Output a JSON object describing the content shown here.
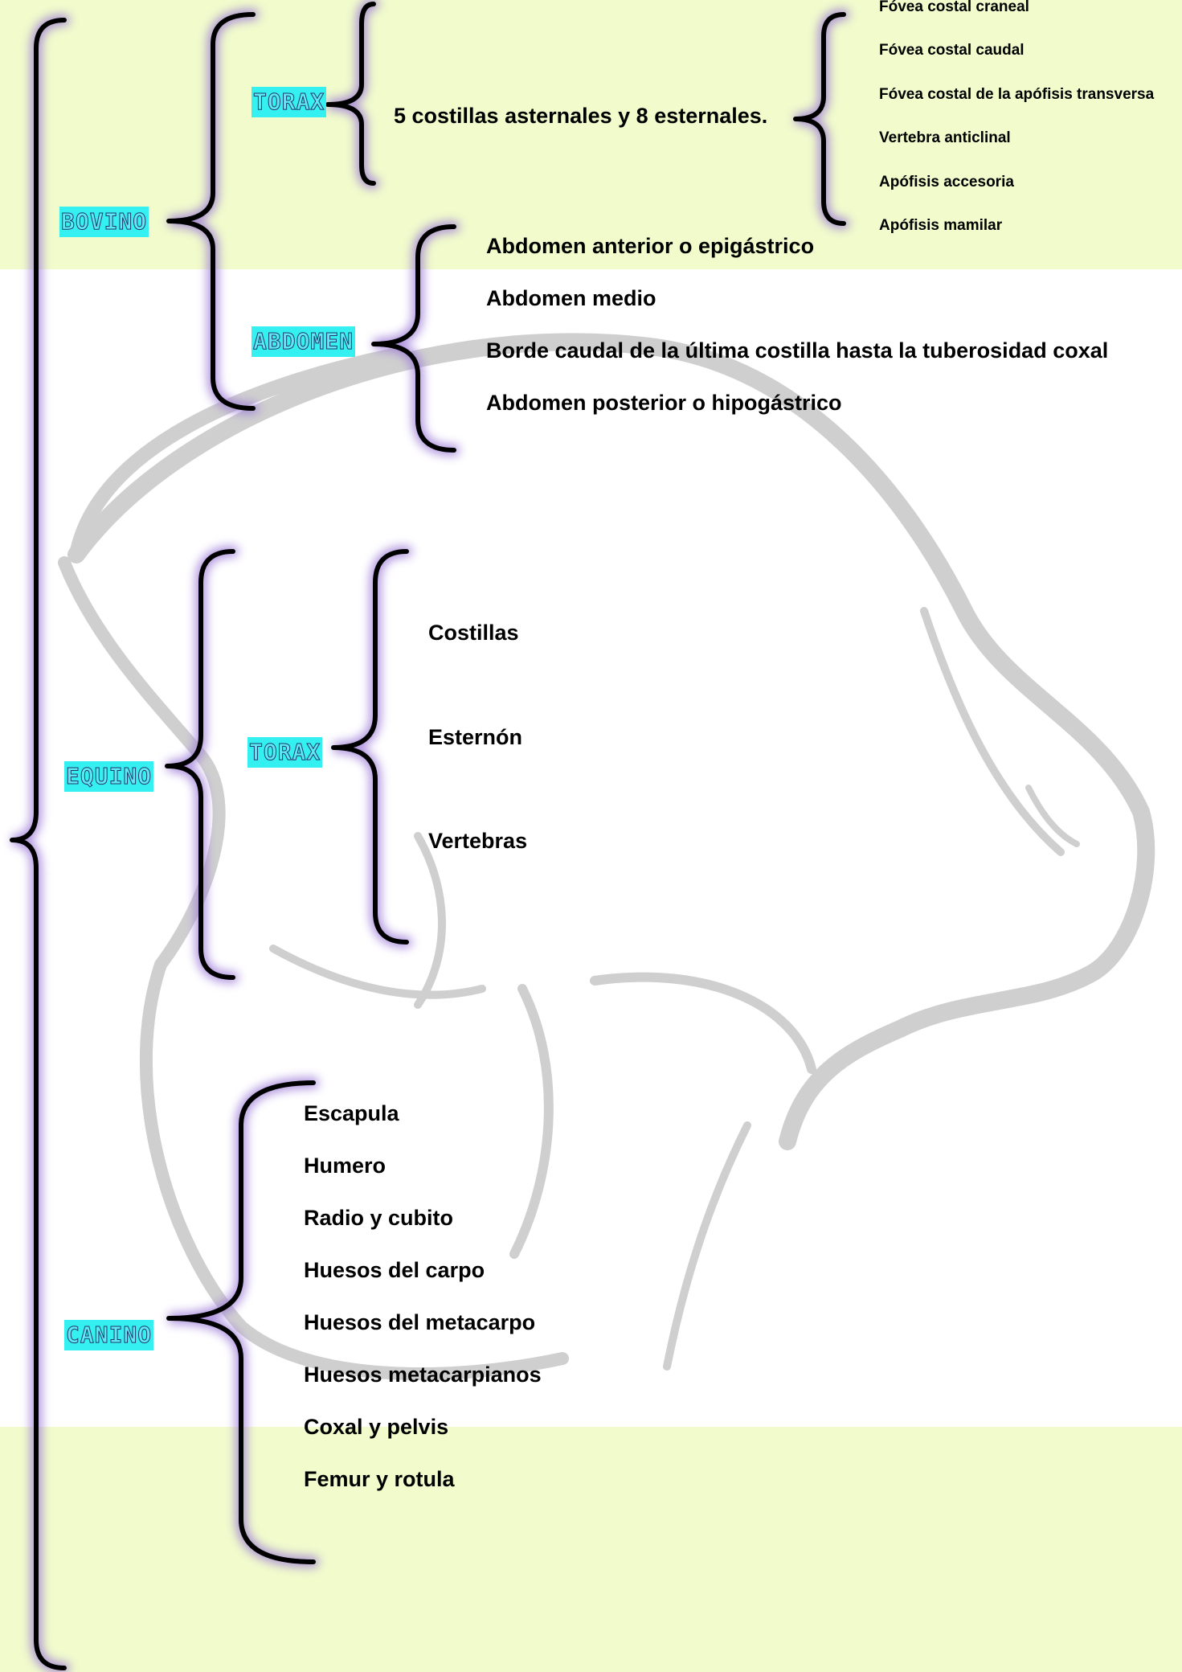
{
  "background": {
    "band_color": "#f1fbcc",
    "label_bg": "#34f0f0",
    "bracket_glow": "#9b79d8",
    "silhouette_color": "#c8c8c8"
  },
  "decor": {
    "silhouette": "dog-head-silhouette"
  },
  "bovino": {
    "label": "BOVINO",
    "torax": {
      "label": "TORAX",
      "summary": "5 costillas asternales  y 8 esternales.",
      "details": [
        "Fóvea costal craneal",
        "Fóvea costal caudal",
        "Fóvea costal de la apófisis transversa",
        "Vertebra anticlinal",
        "Apófisis accesoria",
        "Apófisis mamilar"
      ]
    },
    "abdomen": {
      "label": "ABDOMEN",
      "items": [
        "Abdomen anterior o epigástrico",
        "Abdomen medio",
        "Borde caudal de la última costilla hasta la tuberosidad coxal",
        "Abdomen posterior o hipogástrico"
      ]
    }
  },
  "equino": {
    "label": "EQUINO",
    "torax": {
      "label": "TORAX",
      "items": [
        "Costillas",
        "Esternón",
        "Vertebras"
      ]
    }
  },
  "canino": {
    "label": "CANINO",
    "items": [
      "Escapula",
      "Humero",
      "Radio y cubito",
      "Huesos del carpo",
      "Huesos del metacarpo",
      "Huesos metacarpianos",
      "Coxal y pelvis",
      "Femur y rotula"
    ]
  }
}
